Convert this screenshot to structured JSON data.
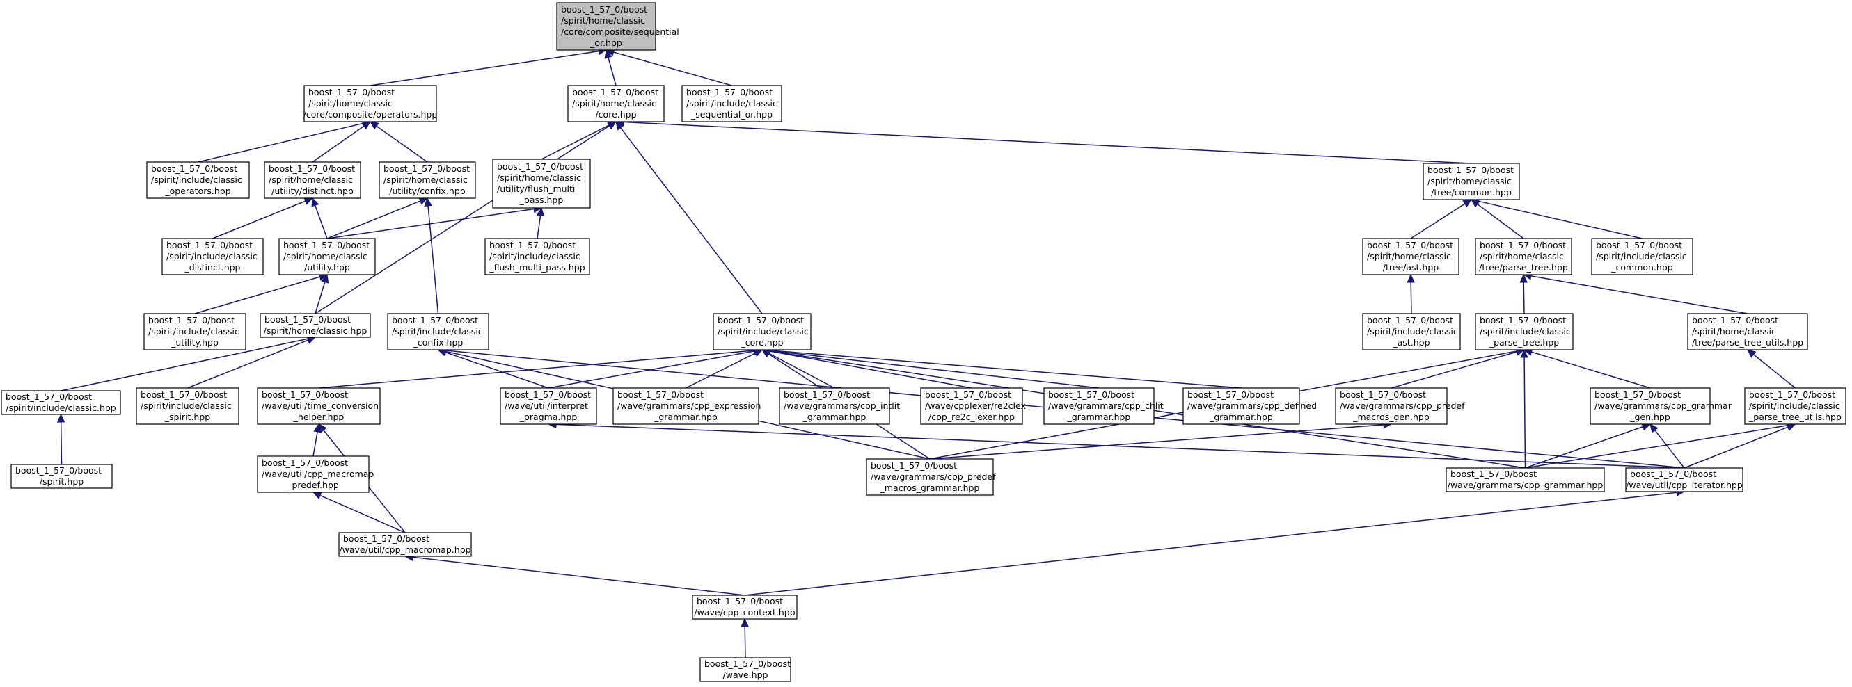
{
  "colors": {
    "edge": "#191970",
    "root_fill": "#bfbfbf",
    "node_fill": "#ffffff",
    "node_border": "#000000"
  },
  "nodes": [
    {
      "id": "seq_or",
      "lines": [
        "boost_1_57_0/boost",
        "/spirit/home/classic",
        "/core/composite/sequential",
        "_or.hpp"
      ],
      "root": true
    },
    {
      "id": "operators",
      "lines": [
        "boost_1_57_0/boost",
        "/spirit/home/classic",
        "/core/composite/operators.hpp"
      ]
    },
    {
      "id": "core_hpp",
      "lines": [
        "boost_1_57_0/boost",
        "/spirit/home/classic",
        "/core.hpp"
      ]
    },
    {
      "id": "inc_seq_or",
      "lines": [
        "boost_1_57_0/boost",
        "/spirit/include/classic",
        "_sequential_or.hpp"
      ]
    },
    {
      "id": "inc_operators",
      "lines": [
        "boost_1_57_0/boost",
        "/spirit/include/classic",
        "_operators.hpp"
      ]
    },
    {
      "id": "distinct",
      "lines": [
        "boost_1_57_0/boost",
        "/spirit/home/classic",
        "/utility/distinct.hpp"
      ]
    },
    {
      "id": "confix",
      "lines": [
        "boost_1_57_0/boost",
        "/spirit/home/classic",
        "/utility/confix.hpp"
      ]
    },
    {
      "id": "flush_multi",
      "lines": [
        "boost_1_57_0/boost",
        "/spirit/home/classic",
        "/utility/flush_multi",
        "_pass.hpp"
      ]
    },
    {
      "id": "tree_common",
      "lines": [
        "boost_1_57_0/boost",
        "/spirit/home/classic",
        "/tree/common.hpp"
      ]
    },
    {
      "id": "inc_distinct",
      "lines": [
        "boost_1_57_0/boost",
        "/spirit/include/classic",
        "_distinct.hpp"
      ]
    },
    {
      "id": "utility",
      "lines": [
        "boost_1_57_0/boost",
        "/spirit/home/classic",
        "/utility.hpp"
      ]
    },
    {
      "id": "inc_flush",
      "lines": [
        "boost_1_57_0/boost",
        "/spirit/include/classic",
        "_flush_multi_pass.hpp"
      ]
    },
    {
      "id": "tree_ast",
      "lines": [
        "boost_1_57_0/boost",
        "/spirit/home/classic",
        "/tree/ast.hpp"
      ]
    },
    {
      "id": "parse_tree",
      "lines": [
        "boost_1_57_0/boost",
        "/spirit/home/classic",
        "/tree/parse_tree.hpp"
      ]
    },
    {
      "id": "inc_common",
      "lines": [
        "boost_1_57_0/boost",
        "/spirit/include/classic",
        "_common.hpp"
      ]
    },
    {
      "id": "inc_utility",
      "lines": [
        "boost_1_57_0/boost",
        "/spirit/include/classic",
        "_utility.hpp"
      ]
    },
    {
      "id": "classic_hpp",
      "lines": [
        "boost_1_57_0/boost",
        "/spirit/home/classic.hpp"
      ]
    },
    {
      "id": "inc_confix",
      "lines": [
        "boost_1_57_0/boost",
        "/spirit/include/classic",
        "_confix.hpp"
      ]
    },
    {
      "id": "inc_core",
      "lines": [
        "boost_1_57_0/boost",
        "/spirit/include/classic",
        "_core.hpp"
      ]
    },
    {
      "id": "inc_ast",
      "lines": [
        "boost_1_57_0/boost",
        "/spirit/include/classic",
        "_ast.hpp"
      ]
    },
    {
      "id": "inc_parse_tree",
      "lines": [
        "boost_1_57_0/boost",
        "/spirit/include/classic",
        "_parse_tree.hpp"
      ]
    },
    {
      "id": "parse_tree_utils",
      "lines": [
        "boost_1_57_0/boost",
        "/spirit/home/classic",
        "/tree/parse_tree_utils.hpp"
      ]
    },
    {
      "id": "inc_classic",
      "lines": [
        "boost_1_57_0/boost",
        "/spirit/include/classic.hpp"
      ]
    },
    {
      "id": "inc_spirit",
      "lines": [
        "boost_1_57_0/boost",
        "/spirit/include/classic",
        "_spirit.hpp"
      ]
    },
    {
      "id": "time_conv",
      "lines": [
        "boost_1_57_0/boost",
        "/wave/util/time_conversion",
        "_helper.hpp"
      ]
    },
    {
      "id": "interpret",
      "lines": [
        "boost_1_57_0/boost",
        "/wave/util/interpret",
        "_pragma.hpp"
      ]
    },
    {
      "id": "cpp_expr",
      "lines": [
        "boost_1_57_0/boost",
        "/wave/grammars/cpp_expression",
        "_grammar.hpp"
      ]
    },
    {
      "id": "cpp_intlit",
      "lines": [
        "boost_1_57_0/boost",
        "/wave/grammars/cpp_intlit",
        "_grammar.hpp"
      ]
    },
    {
      "id": "re2c",
      "lines": [
        "boost_1_57_0/boost",
        "/wave/cpplexer/re2clex",
        "/cpp_re2c_lexer.hpp"
      ]
    },
    {
      "id": "cpp_chlit",
      "lines": [
        "boost_1_57_0/boost",
        "/wave/grammars/cpp_chlit",
        "_grammar.hpp"
      ]
    },
    {
      "id": "cpp_defined",
      "lines": [
        "boost_1_57_0/boost",
        "/wave/grammars/cpp_defined",
        "_grammar.hpp"
      ]
    },
    {
      "id": "predef_gen",
      "lines": [
        "boost_1_57_0/boost",
        "/wave/grammars/cpp_predef",
        "_macros_gen.hpp"
      ]
    },
    {
      "id": "grammar_gen",
      "lines": [
        "boost_1_57_0/boost",
        "/wave/grammars/cpp_grammar",
        "_gen.hpp"
      ]
    },
    {
      "id": "inc_ptu",
      "lines": [
        "boost_1_57_0/boost",
        "/spirit/include/classic",
        "_parse_tree_utils.hpp"
      ]
    },
    {
      "id": "spirit_hpp",
      "lines": [
        "boost_1_57_0/boost",
        "/spirit.hpp"
      ]
    },
    {
      "id": "macromap_predef",
      "lines": [
        "boost_1_57_0/boost",
        "/wave/util/cpp_macromap",
        "_predef.hpp"
      ]
    },
    {
      "id": "predef_grammar",
      "lines": [
        "boost_1_57_0/boost",
        "/wave/grammars/cpp_predef",
        "_macros_grammar.hpp"
      ]
    },
    {
      "id": "cpp_grammar",
      "lines": [
        "boost_1_57_0/boost",
        "/wave/grammars/cpp_grammar.hpp"
      ]
    },
    {
      "id": "cpp_iterator",
      "lines": [
        "boost_1_57_0/boost",
        "/wave/util/cpp_iterator.hpp"
      ]
    },
    {
      "id": "macromap",
      "lines": [
        "boost_1_57_0/boost",
        "/wave/util/cpp_macromap.hpp"
      ]
    },
    {
      "id": "cpp_context",
      "lines": [
        "boost_1_57_0/boost",
        "/wave/cpp_context.hpp"
      ]
    },
    {
      "id": "wave_hpp",
      "lines": [
        "boost_1_57_0/boost",
        "/wave.hpp"
      ]
    }
  ],
  "edges": [
    {
      "from": "operators",
      "to": "seq_or"
    },
    {
      "from": "core_hpp",
      "to": "seq_or"
    },
    {
      "from": "inc_seq_or",
      "to": "seq_or"
    },
    {
      "from": "inc_operators",
      "to": "operators"
    },
    {
      "from": "distinct",
      "to": "operators"
    },
    {
      "from": "confix",
      "to": "operators"
    },
    {
      "from": "flush_multi",
      "to": "core_hpp"
    },
    {
      "from": "classic_hpp",
      "to": "core_hpp"
    },
    {
      "from": "inc_core",
      "to": "core_hpp"
    },
    {
      "from": "tree_common",
      "to": "core_hpp"
    },
    {
      "from": "inc_distinct",
      "to": "distinct"
    },
    {
      "from": "utility",
      "to": "distinct"
    },
    {
      "from": "utility",
      "to": "confix"
    },
    {
      "from": "inc_confix",
      "to": "confix"
    },
    {
      "from": "utility",
      "to": "flush_multi"
    },
    {
      "from": "inc_flush",
      "to": "flush_multi"
    },
    {
      "from": "tree_ast",
      "to": "tree_common"
    },
    {
      "from": "parse_tree",
      "to": "tree_common"
    },
    {
      "from": "inc_common",
      "to": "tree_common"
    },
    {
      "from": "inc_utility",
      "to": "utility"
    },
    {
      "from": "classic_hpp",
      "to": "utility"
    },
    {
      "from": "inc_ast",
      "to": "tree_ast"
    },
    {
      "from": "inc_parse_tree",
      "to": "parse_tree"
    },
    {
      "from": "parse_tree_utils",
      "to": "parse_tree"
    },
    {
      "from": "inc_classic",
      "to": "classic_hpp"
    },
    {
      "from": "inc_spirit",
      "to": "classic_hpp"
    },
    {
      "from": "interpret",
      "to": "inc_confix"
    },
    {
      "from": "predef_grammar",
      "to": "inc_confix"
    },
    {
      "from": "cpp_iterator",
      "to": "inc_confix"
    },
    {
      "from": "time_conv",
      "to": "inc_core"
    },
    {
      "from": "interpret",
      "to": "inc_core"
    },
    {
      "from": "cpp_expr",
      "to": "inc_core"
    },
    {
      "from": "cpp_intlit",
      "to": "inc_core"
    },
    {
      "from": "re2c",
      "to": "inc_core"
    },
    {
      "from": "cpp_chlit",
      "to": "inc_core"
    },
    {
      "from": "cpp_defined",
      "to": "inc_core"
    },
    {
      "from": "predef_grammar",
      "to": "inc_core"
    },
    {
      "from": "cpp_grammar",
      "to": "inc_core"
    },
    {
      "from": "predef_gen",
      "to": "inc_parse_tree"
    },
    {
      "from": "grammar_gen",
      "to": "inc_parse_tree"
    },
    {
      "from": "predef_grammar",
      "to": "inc_parse_tree"
    },
    {
      "from": "cpp_grammar",
      "to": "inc_parse_tree"
    },
    {
      "from": "inc_ptu",
      "to": "parse_tree_utils"
    },
    {
      "from": "spirit_hpp",
      "to": "inc_classic"
    },
    {
      "from": "macromap_predef",
      "to": "time_conv"
    },
    {
      "from": "macromap",
      "to": "time_conv"
    },
    {
      "from": "cpp_iterator",
      "to": "interpret"
    },
    {
      "from": "predef_grammar",
      "to": "predef_gen"
    },
    {
      "from": "cpp_grammar",
      "to": "grammar_gen"
    },
    {
      "from": "cpp_iterator",
      "to": "grammar_gen"
    },
    {
      "from": "cpp_grammar",
      "to": "inc_ptu"
    },
    {
      "from": "cpp_iterator",
      "to": "inc_ptu"
    },
    {
      "from": "macromap",
      "to": "macromap_predef"
    },
    {
      "from": "cpp_context",
      "to": "cpp_iterator"
    },
    {
      "from": "cpp_context",
      "to": "macromap"
    },
    {
      "from": "wave_hpp",
      "to": "cpp_context"
    }
  ]
}
